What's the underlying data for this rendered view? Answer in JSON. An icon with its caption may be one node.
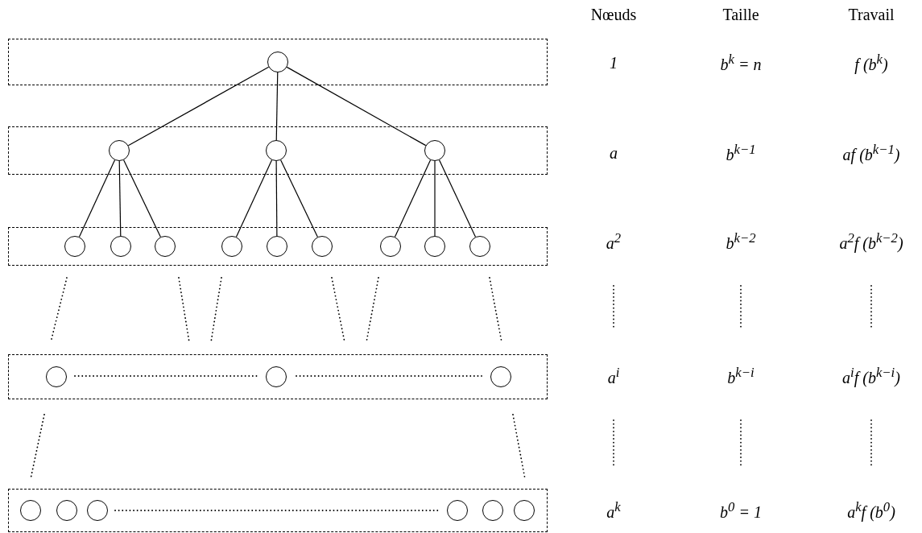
{
  "diagram": {
    "nodes": [
      {
        "text": [],
        "shape": "box"
      },
      {
        "text": [],
        "shape": "circle",
        "in": 0
      },
      {
        "text": [],
        "shape": "box"
      },
      {
        "text": [],
        "shape": "circle",
        "in": 2
      },
      {
        "text": [],
        "shape": "circle",
        "in": 2
      },
      {
        "text": [],
        "shape": "circle",
        "in": 2
      },
      {
        "text": [],
        "shape": "box"
      },
      {
        "text": [],
        "shape": "circle",
        "in": 6
      },
      {
        "text": [],
        "shape": "circle",
        "in": 6
      },
      {
        "text": [],
        "shape": "circle",
        "in": 6
      },
      {
        "text": [],
        "shape": "circle",
        "in": 6
      },
      {
        "text": [],
        "shape": "circle",
        "in": 6
      },
      {
        "text": [],
        "shape": "circle",
        "in": 6
      },
      {
        "text": [],
        "shape": "circle",
        "in": 6
      },
      {
        "text": [],
        "shape": "circle",
        "in": 6
      },
      {
        "text": [],
        "shape": "circle",
        "in": 6
      },
      {
        "text": [],
        "shape": "box"
      },
      {
        "text": [],
        "shape": "circle",
        "in": 16
      },
      {
        "text": [],
        "shape": "circle",
        "in": 16
      },
      {
        "text": [],
        "shape": "circle",
        "in": 16
      },
      {
        "text": [],
        "shape": "box"
      },
      {
        "text": [],
        "shape": "circle",
        "in": 20
      },
      {
        "text": [],
        "shape": "circle",
        "in": 20
      },
      {
        "text": [],
        "shape": "circle",
        "in": 20
      },
      {
        "text": [],
        "shape": "circle",
        "in": 20
      },
      {
        "text": [],
        "shape": "circle",
        "in": 20
      },
      {
        "text": [],
        "shape": "circle",
        "in": 20
      }
    ],
    "edges": [
      {
        "from": 1,
        "to": 3,
        "arrow": "none"
      },
      {
        "from": 1,
        "to": 4,
        "arrow": "none"
      },
      {
        "from": 1,
        "to": 5,
        "arrow": "none"
      },
      {
        "from": 3,
        "to": 7,
        "arrow": "none"
      },
      {
        "from": 3,
        "to": 8,
        "arrow": "none"
      },
      {
        "from": 3,
        "to": 9,
        "arrow": "none"
      },
      {
        "from": 4,
        "to": 10,
        "arrow": "none"
      },
      {
        "from": 4,
        "to": 11,
        "arrow": "none"
      },
      {
        "from": 4,
        "to": 12,
        "arrow": "none"
      },
      {
        "from": 5,
        "to": 13,
        "arrow": "none"
      },
      {
        "from": 5,
        "to": 14,
        "arrow": "none"
      },
      {
        "from": 5,
        "to": 15,
        "arrow": "none"
      }
    ],
    "labels": [
      "Nœuds",
      "Taille",
      "Travail",
      "1",
      "b$^{k}$ = n",
      "f (b$^{k}$)",
      "a",
      "b$^{k−1}$",
      "af (b$^{k−1}$)",
      "a$^{2}$",
      "b$^{k−2}$",
      "a$^{2}$f (b$^{k−2}$)",
      "a$^{i}$",
      "b$^{k−i}$",
      "a$^{i}$f (b$^{k−i}$)",
      "a$^{k}$",
      "b$^{0}$ = 1",
      "a$^{k}$f (b$^{0}$)"
    ]
  }
}
